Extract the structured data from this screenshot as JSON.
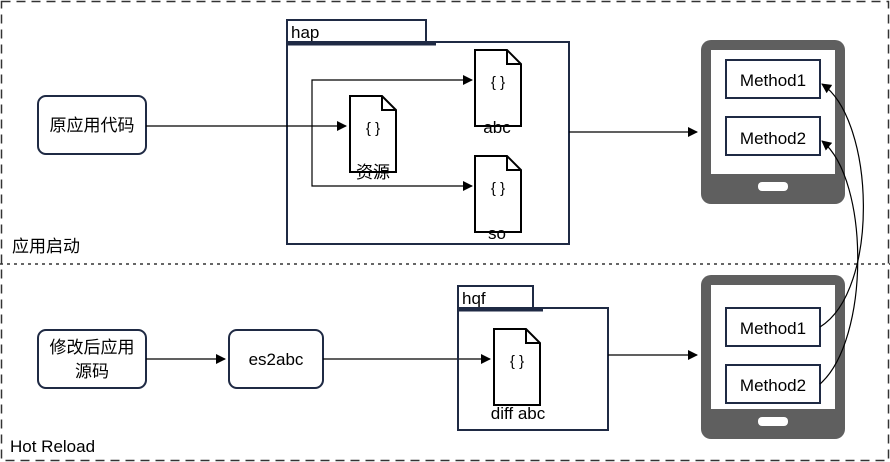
{
  "sections": {
    "startup_label": "应用启动",
    "hotreload_label": "Hot Reload"
  },
  "top": {
    "source_box": "原应用代码",
    "package_tab": "hap",
    "files": {
      "resources": "资源",
      "abc": "abc",
      "so": "so"
    },
    "file_glyph": "{ }",
    "device_methods": [
      "Method1",
      "Method2"
    ]
  },
  "bottom": {
    "source_box_lines": [
      "修改后应用",
      "源码"
    ],
    "compiler_box": "es2abc",
    "package_tab": "hqf",
    "files": {
      "diff_abc": "diff abc"
    },
    "file_glyph": "{ }",
    "device_methods": [
      "Method1",
      "Method2"
    ]
  },
  "icons": [
    "file-icon",
    "tablet-icon",
    "arrow-icon"
  ],
  "colors": {
    "stroke": "#1f2a44",
    "device_body": "#5f5f5f",
    "box_fill": "#ffffff"
  }
}
